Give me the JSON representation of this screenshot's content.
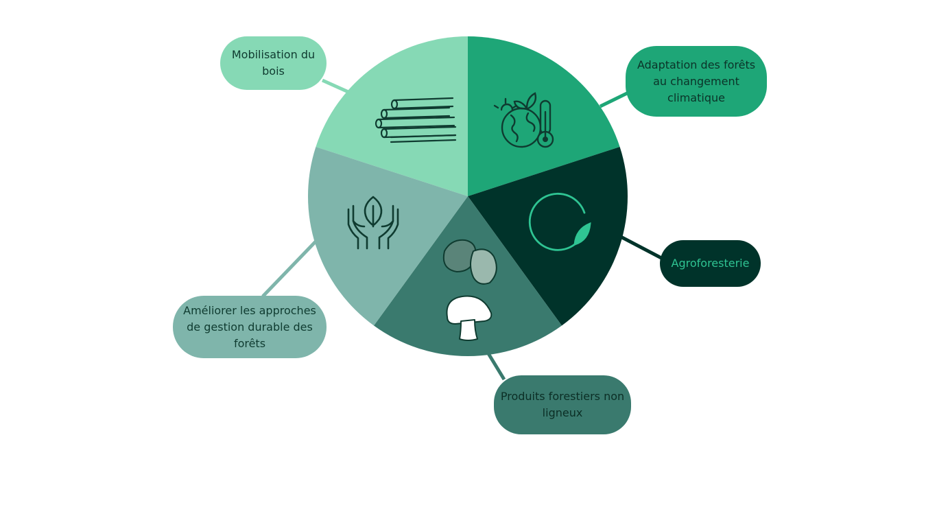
{
  "colors": {
    "light_mint": "#86d9b5",
    "emerald": "#1ea677",
    "dark_green": "#00332a",
    "slate_teal": "#3a7a6e",
    "gray_teal": "#7fb5ab",
    "icon_stroke": "#0f3b30",
    "agro_text": "#2fc493",
    "background": "#ffffff"
  },
  "segments": [
    {
      "key": "mob",
      "label": "Mobilisation du bois",
      "icon": "log-pile-icon"
    },
    {
      "key": "adapt",
      "label": "Adaptation des forêts au changement climatique",
      "icon": "earth-thermometer-icon"
    },
    {
      "key": "agro",
      "label": "Agroforesterie",
      "icon": "circle-leaf-icon"
    },
    {
      "key": "pfnl",
      "label": "Produits forestiers non ligneux",
      "icon": "mushroom-truffle-icon"
    },
    {
      "key": "amel",
      "label": "Améliorer les approches de gestion durable des forêts",
      "icon": "hands-leaf-icon"
    }
  ]
}
